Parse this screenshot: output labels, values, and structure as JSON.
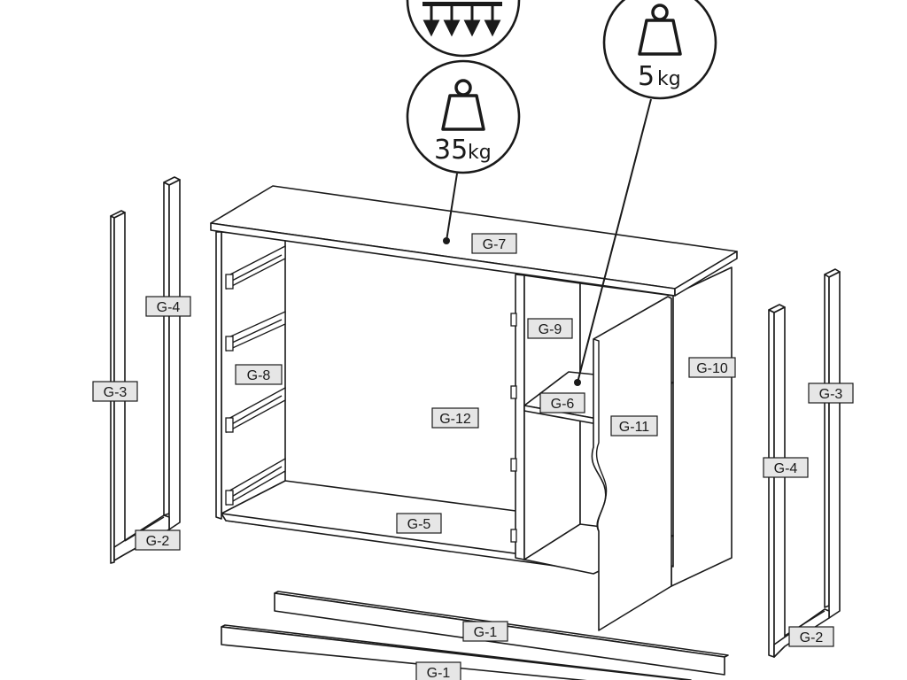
{
  "badges": {
    "distributed_load": {
      "icon": "distributed-load-icon"
    },
    "top_load": {
      "value": "35",
      "unit": "kg",
      "icon": "weight-icon"
    },
    "shelf_load": {
      "value": "5",
      "unit": "kg",
      "icon": "weight-icon"
    }
  },
  "parts": {
    "g7": "G-7",
    "g4_left": "G-4",
    "g3_left": "G-3",
    "g8": "G-8",
    "g9": "G-9",
    "g10": "G-10",
    "g6": "G-6",
    "g12": "G-12",
    "g11": "G-11",
    "g5": "G-5",
    "g2_left": "G-2",
    "g3_right": "G-3",
    "g4_right": "G-4",
    "g2_right": "G-2",
    "g1_upper": "G-1",
    "g1_lower": "G-1"
  },
  "colors": {
    "line": "#1a1a1a",
    "label_fill": "#e6e6e6",
    "background": "#ffffff"
  }
}
